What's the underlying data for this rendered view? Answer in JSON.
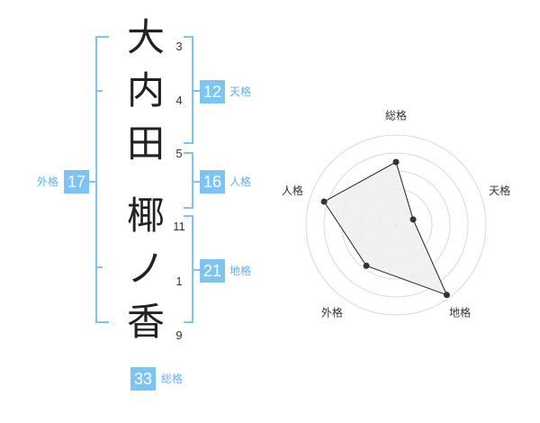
{
  "name": {
    "characters": [
      {
        "char": "大",
        "strokes": "3"
      },
      {
        "char": "内",
        "strokes": "4"
      },
      {
        "char": "田",
        "strokes": "5"
      },
      {
        "char": "椰",
        "strokes": "11"
      },
      {
        "char": "ノ",
        "strokes": "1"
      },
      {
        "char": "香",
        "strokes": "9"
      }
    ]
  },
  "fortunes": {
    "tenkaku": {
      "value": "12",
      "label": "天格"
    },
    "jinkaku": {
      "value": "16",
      "label": "人格"
    },
    "chikaku": {
      "value": "21",
      "label": "地格"
    },
    "gaikaku": {
      "value": "17",
      "label": "外格"
    },
    "soukaku": {
      "value": "33",
      "label": "総格"
    }
  },
  "colors": {
    "accent": "#7ec4f2",
    "accent_text": "#5fb2ea",
    "radar_fill": "#eeeeee",
    "radar_line": "#222222"
  },
  "chart_data": {
    "type": "radar",
    "axes": [
      "総格",
      "天格",
      "地格",
      "外格",
      "人格"
    ],
    "scale_max": 5,
    "rings": 5,
    "values": [
      3.5,
      1.0,
      4.8,
      2.8,
      4.2
    ]
  }
}
